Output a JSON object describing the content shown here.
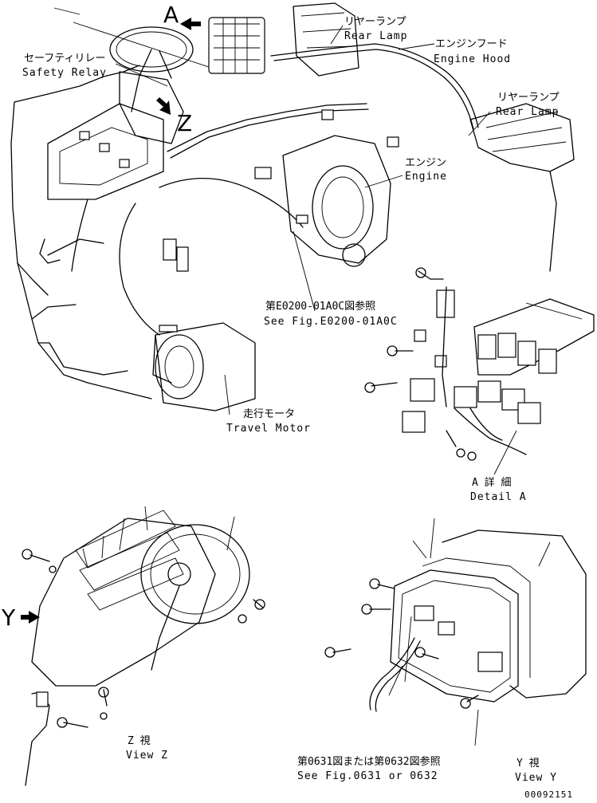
{
  "callouts": {
    "view_a_letter": "A",
    "view_y_letter": "Y",
    "view_z_letter": "Z"
  },
  "labels": {
    "rear_lamp_top_jp": "リヤーランプ",
    "rear_lamp_top_en": "Rear Lamp",
    "engine_hood_jp": "エンジンフード",
    "engine_hood_en": "Engine Hood",
    "safety_relay_jp": "セーフティリレー",
    "safety_relay_en": "Safety Relay",
    "rear_lamp_right_jp": "リヤーランプ",
    "rear_lamp_right_en": "Rear Lamp",
    "engine_jp": "エンジン",
    "engine_en": "Engine",
    "fig_ref_e0200_jp": "第E0200-01A0C図参照",
    "fig_ref_e0200_en": "See Fig.E0200-01A0C",
    "travel_motor_jp": "走行モータ",
    "travel_motor_en": "Travel Motor",
    "detail_a_jp": "A 詳 細",
    "detail_a_en": "Detail A",
    "view_z_jp": "Z 視",
    "view_z_en": "View Z",
    "fig_ref_0631_jp": "第0631図または第0632図参照",
    "fig_ref_0631_en": "See Fig.0631 or 0632",
    "view_y_jp": "Y 視",
    "view_y_en": "View Y",
    "drawing_number": "00092151"
  },
  "icons": {
    "view_arrow": "hatched-arrow-icon",
    "leader_arrow": "arrow-icon"
  }
}
